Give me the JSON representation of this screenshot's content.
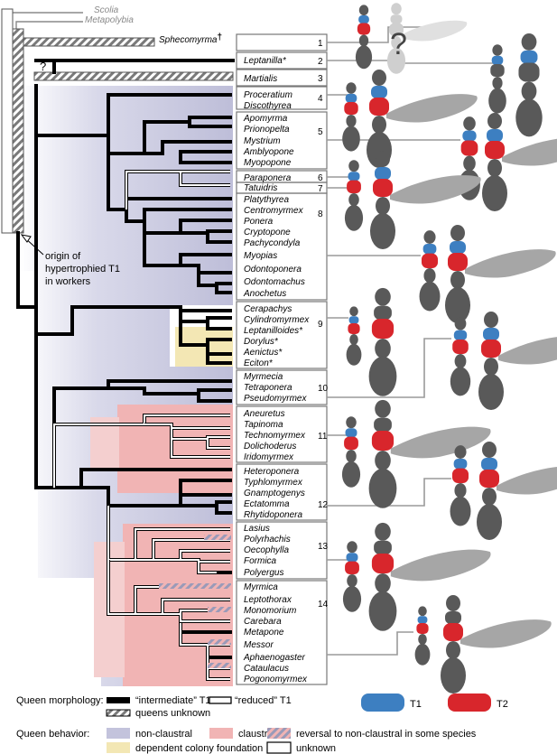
{
  "outgroups": [
    "Scolia",
    "Metapolybia"
  ],
  "fossil": {
    "name": "Sphecomyrma",
    "mark": "†"
  },
  "taxa": [
    "Leptanilla*",
    "Martialis",
    "Proceratium",
    "Discothyrea",
    "Apomyrma",
    "Prionopelta",
    "Mystrium",
    "Amblyopone",
    "Myopopone",
    "Paraponera",
    "Tatuidris",
    "Platythyrea",
    "Centromyrmex",
    "Ponera",
    "Cryptopone",
    "Pachycondyla",
    "Myopias",
    "Odontoponera",
    "Odontomachus",
    "Anochetus",
    "Cerapachys",
    "Cylindromyrmex",
    "Leptanilloides*",
    "Dorylus*",
    "Aenictus*",
    "Eciton*",
    "Myrmecia",
    "Tetraponera",
    "Pseudomyrmex",
    "Aneuretus",
    "Tapinoma",
    "Technomyrmex",
    "Dolichoderus",
    "Iridomyrmex",
    "Heteroponera",
    "Typhlomyrmex",
    "Gnamptogenys",
    "Ectatomma",
    "Rhytidoponera",
    "Lasius",
    "Polyrhachis",
    "Oecophylla",
    "Formica",
    "Polyergus",
    "Myrmica",
    "Leptothorax",
    "Monomorium",
    "Carebara",
    "Metapone",
    "Messor",
    "Aphaenogaster",
    "Cataulacus",
    "Pogonomyrmex"
  ],
  "clade_numbers": [
    "1",
    "2",
    "3",
    "4",
    "5",
    "6",
    "7",
    "8",
    "9",
    "10",
    "11",
    "12",
    "13",
    "14"
  ],
  "question_mark": "?",
  "annotation": {
    "line1": "origin of",
    "line2": "hypertrophied T1",
    "line3": "in workers"
  },
  "legend": {
    "morphology_title": "Queen morphology:",
    "intermediate": "“intermediate” T1",
    "reduced": "“reduced” T1",
    "queens_unknown": "queens unknown",
    "behavior_title": "Queen behavior:",
    "nonclaustral": "non-claustral",
    "claustral": "claustral",
    "reversal": "reversal to non-claustral in some species",
    "dependent": "dependent colony foundation",
    "unknown": "unknown",
    "t1": "T1",
    "t2": "T2"
  },
  "colors": {
    "nonclaustral": "#c3c3dc",
    "claustral": "#f1b4b4",
    "dependent": "#f3e7b4",
    "t1": "#3d7fc1",
    "t2": "#d8262c",
    "ant": "#595959",
    "wing": "#a6a6a6",
    "outgroup": "#8a8a8a"
  }
}
